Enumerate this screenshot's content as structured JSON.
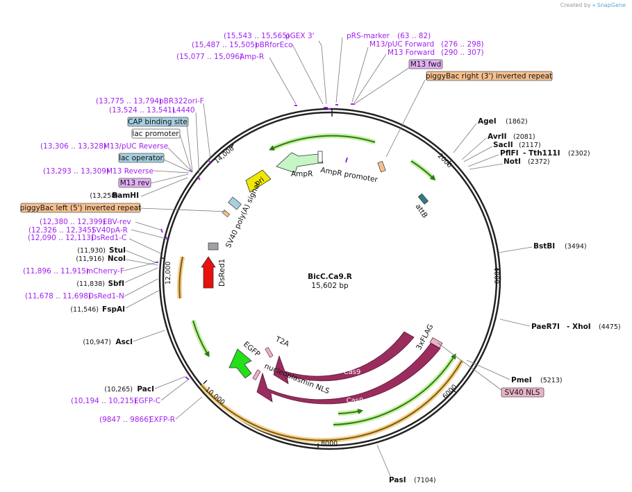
{
  "credit": {
    "prefix": "Created by ",
    "brand": "SnapGene"
  },
  "plasmid": {
    "name": "BicC.Ca9.R",
    "size": "15,602 bp"
  },
  "ticks": [
    "2000",
    "4000",
    "6000",
    "8000",
    "10,000",
    "12,000",
    "14,000"
  ],
  "sites_right": [
    {
      "name": "AgeI",
      "pos": "(1862)"
    },
    {
      "name": "AvrII",
      "pos": "(2081)"
    },
    {
      "name": "SacII",
      "pos": "(2117)"
    },
    {
      "name": "PflFI",
      "name2": "- Tth111I",
      "pos": "(2302)"
    },
    {
      "name": "NotI",
      "pos": "(2372)"
    },
    {
      "name": "BstBI",
      "pos": "(3494)"
    },
    {
      "name": "PaeR7I",
      "name2": "- XhoI",
      "pos": "(4475)"
    },
    {
      "name": "PmeI",
      "pos": "(5213)"
    },
    {
      "name": "PasI",
      "pos": "(7104)"
    }
  ],
  "sites_left": [
    {
      "name": "BamHI",
      "pos": "(13,258)"
    },
    {
      "name": "StuI",
      "pos": "(11,930)"
    },
    {
      "name": "NcoI",
      "pos": "(11,916)"
    },
    {
      "name": "SbfI",
      "pos": "(11,838)"
    },
    {
      "name": "FspAI",
      "pos": "(11,546)"
    },
    {
      "name": "AscI",
      "pos": "(10,947)"
    },
    {
      "name": "PacI",
      "pos": "(10,265)"
    }
  ],
  "features_top": [
    {
      "name": "pGEX 3'",
      "range": "(15,543 .. 15,565)"
    },
    {
      "name": "pBRforEco",
      "range": "(15,487 .. 15,505)"
    },
    {
      "name": "Amp-R",
      "range": "(15,077 .. 15,096)"
    },
    {
      "name": "pRS-marker",
      "range": "(63 .. 82)"
    },
    {
      "name": "M13/pUC Forward",
      "range": "(276 .. 298)"
    },
    {
      "name": "M13 Forward",
      "range": "(290 .. 307)"
    }
  ],
  "features_left": [
    {
      "name": "pBR322ori-F",
      "range": "(13,775 .. 13,794)"
    },
    {
      "name": "L4440",
      "range": "(13,524 .. 13,541)"
    },
    {
      "name": "M13/pUC Reverse",
      "range": "(13,306 .. 13,328)"
    },
    {
      "name": "M13 Reverse",
      "range": "(13,293 .. 13,309)"
    },
    {
      "name": "EBV-rev",
      "range": "(12,380 .. 12,399)"
    },
    {
      "name": "SV40pA-R",
      "range": "(12,326 .. 12,345)"
    },
    {
      "name": "DsRed1-C",
      "range": "(12,090 .. 12,113)"
    },
    {
      "name": "mCherry-F",
      "range": "(11,896 .. 11,915)"
    },
    {
      "name": "DsRed1-N",
      "range": "(11,678 .. 11,698)"
    },
    {
      "name": "EGFP-C",
      "range": "(10,194 .. 10,215)"
    },
    {
      "name": "EXFP-R",
      "range": "(9847 .. 9866)"
    }
  ],
  "boxes": [
    {
      "label": "M13 fwd"
    },
    {
      "label": "piggyBac right (3') inverted repeat"
    },
    {
      "label": "CAP binding site"
    },
    {
      "label": "lac promoter"
    },
    {
      "label": "lac operator"
    },
    {
      "label": "M13 rev"
    },
    {
      "label": "piggyBac left (5') inverted repeat"
    },
    {
      "label": "SV40 NLS"
    }
  ],
  "inner_labels": {
    "ampr": "AmpR",
    "ampr_promoter": "AmpR promoter",
    "ori": "ori",
    "sv40": "SV40 poly(A) signal",
    "attb": "attB",
    "dsred": "DsRed1",
    "t2a": "T2A",
    "egfp": "EGFP",
    "nls": "nucleoplasmin NLS",
    "flag": "3xFLAG",
    "cas9a": "Cas9",
    "cas9b": "Cas9"
  },
  "colors": {
    "backbone": "#222222",
    "cas9": "#9b2c5e",
    "egfp": "#22e01a",
    "dsred": "#e8110e",
    "ori": "#f0e800",
    "ampr": "#c6f5c6",
    "primer": "#a020f0",
    "orange_feature": "#f5c08f",
    "blue_feature": "#a7cfe0",
    "violet_feature": "#e3b0f5",
    "pink_feature": "#e8b3c8",
    "green_arc": "#2a7a12",
    "green_halo": "#c9f0a4",
    "orange_halo": "#f5d28f"
  }
}
